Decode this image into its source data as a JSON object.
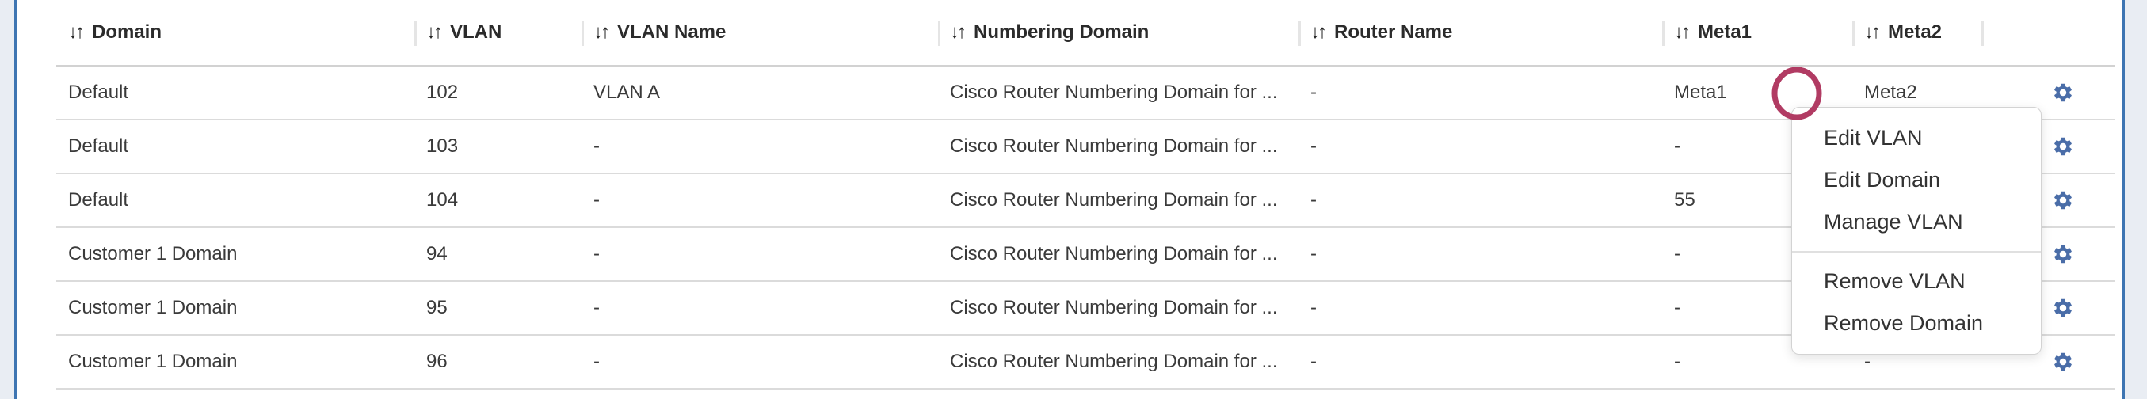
{
  "colors": {
    "gear": "#4a6da8",
    "annotation": "#b13b63",
    "panel_border": "#3e75b2",
    "background": "#e9edf3"
  },
  "table": {
    "sort_icon": "↓↑",
    "columns": [
      {
        "label": "Domain"
      },
      {
        "label": "VLAN"
      },
      {
        "label": "VLAN Name"
      },
      {
        "label": "Numbering Domain"
      },
      {
        "label": "Router Name"
      },
      {
        "label": "Meta1"
      },
      {
        "label": "Meta2"
      }
    ],
    "rows": [
      {
        "domain": "Default",
        "vlan": "102",
        "vlan_name": "VLAN A",
        "numbering_domain": "Cisco Router Numbering Domain for ...",
        "router_name": "-",
        "meta1": "Meta1",
        "meta2": "Meta2"
      },
      {
        "domain": "Default",
        "vlan": "103",
        "vlan_name": "-",
        "numbering_domain": "Cisco Router Numbering Domain for ...",
        "router_name": "-",
        "meta1": "-",
        "meta2": ""
      },
      {
        "domain": "Default",
        "vlan": "104",
        "vlan_name": "-",
        "numbering_domain": "Cisco Router Numbering Domain for ...",
        "router_name": "-",
        "meta1": "55",
        "meta2": ""
      },
      {
        "domain": "Customer 1 Domain",
        "vlan": "94",
        "vlan_name": "-",
        "numbering_domain": "Cisco Router Numbering Domain for ...",
        "router_name": "-",
        "meta1": "-",
        "meta2": ""
      },
      {
        "domain": "Customer 1 Domain",
        "vlan": "95",
        "vlan_name": "-",
        "numbering_domain": "Cisco Router Numbering Domain for ...",
        "router_name": "-",
        "meta1": "-",
        "meta2": ""
      },
      {
        "domain": "Customer 1 Domain",
        "vlan": "96",
        "vlan_name": "-",
        "numbering_domain": "Cisco Router Numbering Domain for ...",
        "router_name": "-",
        "meta1": "-",
        "meta2": "-"
      }
    ]
  },
  "menu": {
    "items": [
      {
        "label": "Edit VLAN"
      },
      {
        "label": "Edit Domain"
      },
      {
        "label": "Manage VLAN"
      },
      {
        "label": "Remove VLAN"
      },
      {
        "label": "Remove Domain"
      }
    ]
  }
}
